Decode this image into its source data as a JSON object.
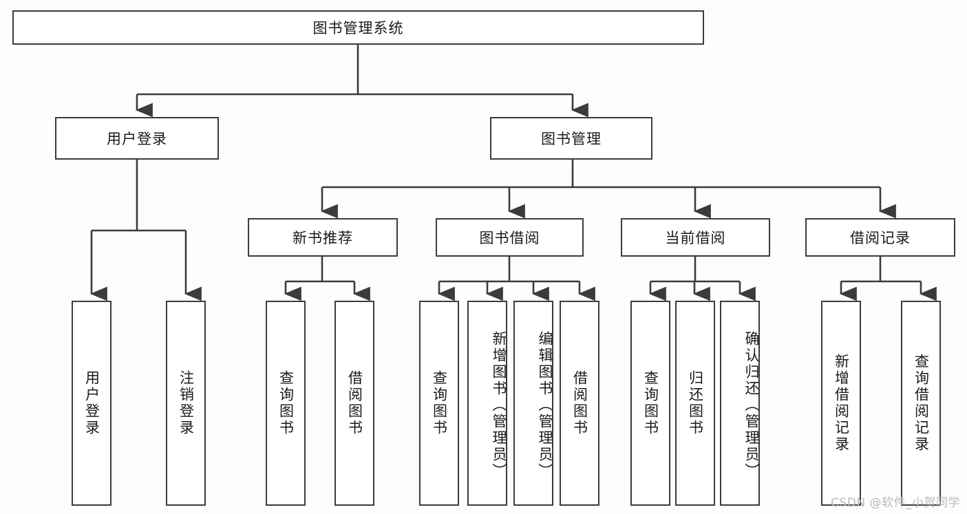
{
  "diagram": {
    "title": "图书管理系统",
    "background_color": "#fdfdfd",
    "box_border_color": "#3b3b3b",
    "box_fill_color": "#ffffff",
    "text_color": "#1a1a1a",
    "root": {
      "label": "图书管理系统"
    },
    "level2": [
      {
        "label": "用户登录"
      },
      {
        "label": "图书管理"
      }
    ],
    "level3": [
      {
        "label": "新书推荐"
      },
      {
        "label": "图书借阅"
      },
      {
        "label": "当前借阅"
      },
      {
        "label": "借阅记录"
      }
    ],
    "leaves": {
      "user_login": [
        {
          "label": "用户登录"
        },
        {
          "label": "注销登录"
        }
      ],
      "new_book_recommend": [
        {
          "label": "查询图书"
        },
        {
          "label": "借阅图书"
        }
      ],
      "book_borrow": [
        {
          "label": "查询图书"
        },
        {
          "label": "新增图书（管理员）"
        },
        {
          "label": "编辑图书（管理员）"
        },
        {
          "label": "借阅图书"
        }
      ],
      "current_borrow": [
        {
          "label": "查询图书"
        },
        {
          "label": "归还图书"
        },
        {
          "label": "确认归还（管理员）"
        }
      ],
      "borrow_record": [
        {
          "label": "新增借阅记录"
        },
        {
          "label": "查询借阅记录"
        }
      ]
    }
  },
  "watermark": {
    "text": "CSDN @软件_小贺同学"
  }
}
